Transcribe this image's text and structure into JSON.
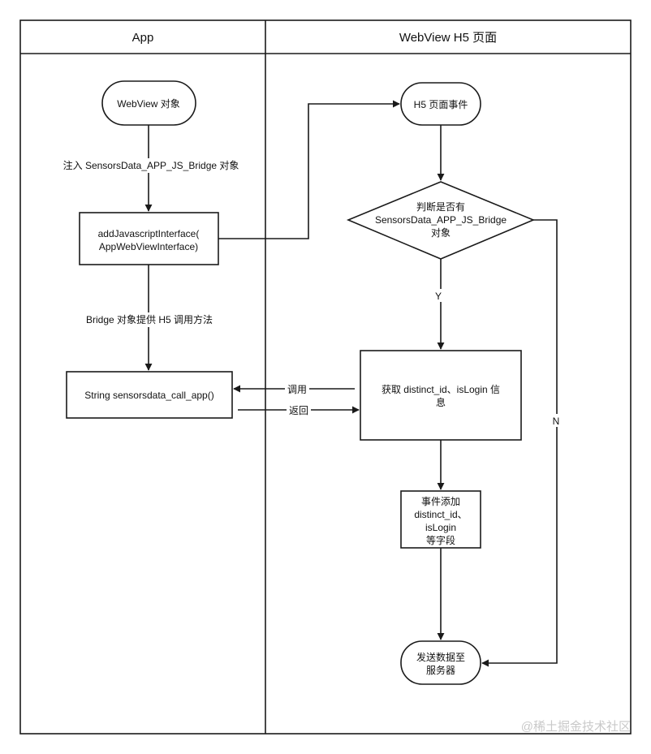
{
  "lanes": {
    "left_title": "App",
    "right_title": "WebView H5 页面"
  },
  "nodes": {
    "webview_object": "WebView 对象",
    "add_js_interface_1": "addJavascriptInterface(",
    "add_js_interface_2": "AppWebViewInterface)",
    "string_call_app": "String sensorsdata_call_app()",
    "h5_page_event": "H5 页面事件",
    "decision_1": "判断是否有",
    "decision_2": "SensorsData_APP_JS_Bridge",
    "decision_3": "对象",
    "get_info_1": "获取 distinct_id、isLogin 信",
    "get_info_2": "息",
    "add_fields_1": "事件添加",
    "add_fields_2": "distinct_id、",
    "add_fields_3": "isLogin",
    "add_fields_4": "等字段",
    "send_1": "发送数据至",
    "send_2": "服务器"
  },
  "edge_labels": {
    "inject": "注入 SensorsData_APP_JS_Bridge 对象",
    "bridge_provide": "Bridge 对象提供 H5 调用方法",
    "call": "调用",
    "return": "返回",
    "yes": "Y",
    "no": "N"
  },
  "watermark": "@稀土掘金技术社区",
  "colors": {
    "stroke": "#1a1a1a",
    "text": "#111111",
    "watermark": "#c9c9c9"
  }
}
